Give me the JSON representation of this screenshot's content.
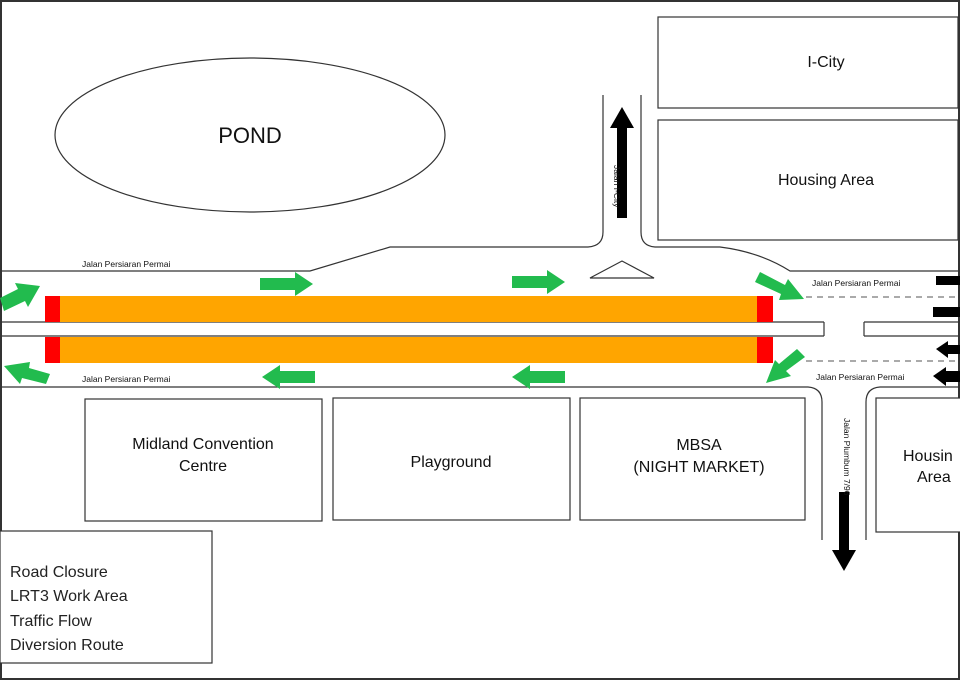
{
  "landmarks": {
    "pond": "POND",
    "icity": "I-City",
    "housing_area_top": "Housing Area",
    "midland_line1": "Midland Convention",
    "midland_line2": "Centre",
    "playground": "Playground",
    "mbsa_line1": "MBSA",
    "mbsa_line2": "(NIGHT MARKET)",
    "housing_right_line1": "Housin",
    "housing_right_line2": "Area"
  },
  "roads": {
    "persiaran_top_left": "Jalan Persiaran Permai",
    "persiaran_top_right": "Jalan Persiaran Permai",
    "persiaran_bottom_left": "Jalan Persiaran Permai",
    "persiaran_bottom_right": "Jalan Persiaran Permai",
    "icity": "Jalan I-City",
    "plumbum": "Jalan Plumbum 7/96"
  },
  "legend": {
    "items": [
      {
        "label": "Road Closure",
        "color": "#ff0000"
      },
      {
        "label": "LRT3 Work Area",
        "color": "#ffa500"
      },
      {
        "label": "Traffic Flow",
        "color": "#22bb4e"
      },
      {
        "label": "Diversion Route",
        "color": "#000000"
      }
    ]
  },
  "colors": {
    "work_area": "#ffa500",
    "road_closure": "#ff0000",
    "traffic_flow": "#22bb4e",
    "diversion": "#000000"
  }
}
